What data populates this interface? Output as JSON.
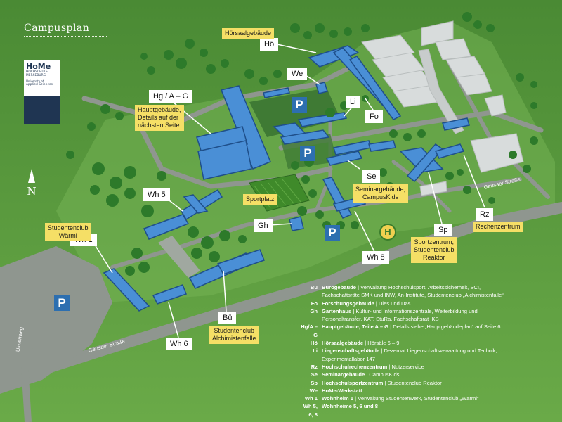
{
  "title": "Campusplan",
  "logo": {
    "brand": "HoMe",
    "line1": "HOCHSCHULE",
    "line2": "MERSEBURG",
    "line3": "University of",
    "line4": "Applied Sciences"
  },
  "north": "N",
  "colors": {
    "grass": "#5a9a3c",
    "road": "#8a938a",
    "building": "#4a8fd6",
    "building_dark": "#1f4f8a",
    "tree": "#2d7a2a",
    "label_yellow": "#f5df66",
    "parking": "#2d6fb0"
  },
  "building_labels": {
    "hoe": "Hö",
    "we": "We",
    "li": "Li",
    "fo": "Fo",
    "hg": "Hg / A – G",
    "se": "Se",
    "rz": "Rz",
    "sp": "Sp",
    "wh5": "Wh 5",
    "wh1": "Wh 1",
    "gh": "Gh",
    "wh8": "Wh 8",
    "bue": "Bü",
    "wh6": "Wh 6"
  },
  "callouts": {
    "hoersaal": "Hörsaalgebäude",
    "haupt_1": "Hauptgebäude,",
    "haupt_2": "Details auf der",
    "haupt_3": "nächsten Seite",
    "seminar_1": "Seminargebäude,",
    "seminar_2": "CampusKids",
    "sportplatz": "Sportplatz",
    "rechen": "Rechenzentrum",
    "sport_1": "Sportzentrum,",
    "sport_2": "Studentenclub",
    "sport_3": "Reaktor",
    "waermi_1": "Studentenclub",
    "waermi_2": "Wärmi",
    "alch_1": "Studentenclub",
    "alch_2": "Alchimistenfalle"
  },
  "streets": {
    "geusaer_right": "Geusaer Straße",
    "geusaer_left": "Geusaer Straße",
    "ulmenweg": "Ulmenweg"
  },
  "parking_symbol": "P",
  "heli_symbol": "H",
  "legend": [
    {
      "code": "Bü",
      "name": "Bürogebäude",
      "desc": "| Verwaltung Hochschulsport, Arbeitssicherheit, SCI,"
    },
    {
      "code": "",
      "name": "",
      "desc": "Fachschaftsräte SMK und INW, An-Institute, Studentenclub „Alchimistenfalle“"
    },
    {
      "code": "Fo",
      "name": "Forschungsgebäude",
      "desc": "| Dies und Das"
    },
    {
      "code": "Gh",
      "name": "Gartenhaus",
      "desc": "| Kultur- und Informationszentrale, Weiterbildung und"
    },
    {
      "code": "",
      "name": "",
      "desc": "Personaltransfer, KAT, StuRa, Fachschaftsrat IKS"
    },
    {
      "code": "Hg/A – G",
      "name": "Hauptgebäude, Teile A – G",
      "desc": "| Details siehe „Hauptgebäudeplan“ auf Seite 6"
    },
    {
      "code": "Hö",
      "name": "Hörsaalgebäude",
      "desc": "| Hörsäle 6 – 9"
    },
    {
      "code": "Li",
      "name": "Liegenschaftsgebäude",
      "desc": "| Dezernat Liegenschaftsverwaltung und Technik,"
    },
    {
      "code": "",
      "name": "",
      "desc": "Experimentallabor 147"
    },
    {
      "code": "Rz",
      "name": "Hochschulrechenzentrum",
      "desc": "| Nutzerservice"
    },
    {
      "code": "Se",
      "name": "Seminargebäude",
      "desc": "| CampusKids"
    },
    {
      "code": "Sp",
      "name": "Hochschulsportzentrum",
      "desc": "| Studentenclub Reaktor"
    },
    {
      "code": "We",
      "name": "HoMe-Werkstatt",
      "desc": ""
    },
    {
      "code": "Wh 1",
      "name": "Wohnheim 1",
      "desc": "| Verwaltung Studentenwerk, Studentenclub „Wärmi“"
    },
    {
      "code": "Wh 5, 6, 8",
      "name": "Wohnheime 5, 6 und 8",
      "desc": ""
    }
  ]
}
